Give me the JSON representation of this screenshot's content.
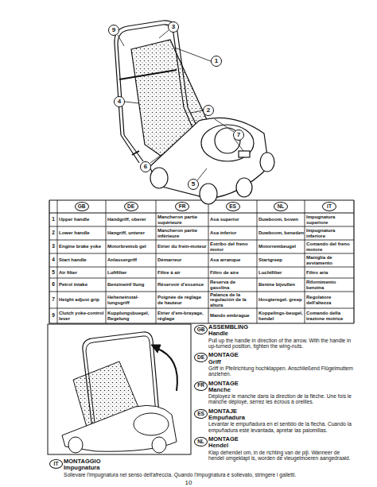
{
  "diagram": {
    "nodes": [
      {
        "text": [
          "9"
        ]
      },
      {
        "text": [
          "3"
        ]
      },
      {
        "text": [
          "1"
        ]
      },
      {
        "text": [
          "4"
        ]
      },
      {
        "text": [
          "2"
        ]
      },
      {
        "text": [
          "7"
        ]
      },
      {
        "text": [
          "6"
        ]
      },
      {
        "text": [
          "5"
        ]
      },
      {
        "text": [
          "GB"
        ]
      },
      {
        "text": [
          "DE"
        ]
      },
      {
        "text": [
          "FR"
        ]
      },
      {
        "text": [
          "ES"
        ]
      },
      {
        "text": [
          "NL"
        ]
      },
      {
        "text": [
          "IT"
        ]
      },
      {
        "text": [
          "GB"
        ]
      },
      {
        "text": [
          "DE"
        ]
      },
      {
        "text": [
          "FR"
        ]
      },
      {
        "text": [
          "ES"
        ]
      },
      {
        "text": [
          "NL"
        ]
      },
      {
        "text": [
          "IT"
        ]
      }
    ],
    "labels": [
      "1",
      "Upper handle",
      "Handgriff, oberer",
      "Mancheron partie supérieure",
      "Asa superior",
      "Duwboom, boven",
      "Impugnatura superiore",
      "2",
      "Lower handle",
      "Hangriff, unterer",
      "Mancheron partie inférieure",
      "Asa inferior",
      "Duwboom, beneden",
      "Impugnatura inferiore",
      "3",
      "Engine brake yoke",
      "Motorbremsb gel",
      "Etrier du frein-moteur",
      "Estribo del freno motor",
      "Motorrembeugel",
      "Comando del freno motore",
      "4",
      "Start handle",
      "Anlassergriff",
      "Démarreur",
      "Asa arranque",
      "Startgreep",
      "Maniglia de avviamento",
      "5",
      "Air filter",
      "Luftfilter",
      "Filtre à air",
      "Filtro de aire",
      "Luchtfilter",
      "Filtro aria",
      "6",
      "Petrol intake",
      "Benzineinf llung",
      "Réservoir d'essence",
      "Reserva de gasolina",
      "Benine bijvullen",
      "Rifornimento benzina",
      "7",
      "Height adjust grip",
      "Heheneinstal-lungsgriff",
      "Poignée de réglage de hauteur",
      "Palanca de la regulación de la altura",
      "Hoogteregel. greep",
      "Regolatore dell'altezza",
      "9",
      "Clutch yoke-control lever",
      "Kupplungsbuegel, Regelung",
      "Etrier d'em-brayage, réglage",
      "Mando embrague",
      "Koppelings-beugel, hendel",
      "Comando della trazione motrice",
      "ASSEMBLING",
      "Handle",
      "Pull up the handle in direction of the arrow. With the handle in up-turned position, tighten the wing-nuts.",
      "MONTAGE",
      "Griff",
      "Griff in Pfeilrichtung hochklappen. Anschließend Flügelmuttern anziehen.",
      "MONTAGE",
      "Manche",
      "Déployez le manche dans la direction de la flèche. Une fois le manche déployé, serrez les écrous à oreilles.",
      "MONTAJE",
      "Empuñadura",
      "Levantar le empuñadura en el sentido de la flecha. Cuando la empuñadura esté levantada, apretar las palomillas.",
      "MONTAGE",
      "Hendel",
      "Klap dehendel om, in de richting van de pijl. Wanneer de hendel omgeklapt is, worden de vleugelmoeren aangedraaid.",
      "MONTAGGIO",
      "Impugnatura",
      "Sollevare l'impugnatura nel senso dell'afreccia. Quando l'impugnatura è sollevato, stringere i galletti.",
      "10"
    ]
  }
}
